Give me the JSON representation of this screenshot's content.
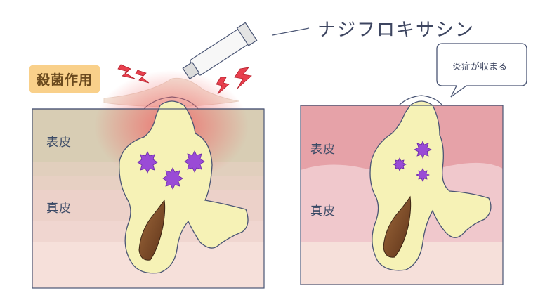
{
  "drug": {
    "name": "ナジフロキサシン"
  },
  "left_panel": {
    "effect_label": "殺菌作用",
    "layer_epidermis": "表皮",
    "layer_dermis": "真皮"
  },
  "right_panel": {
    "bubble_text": "炎症が収まる",
    "layer_epidermis": "表皮",
    "layer_dermis": "真皮"
  },
  "colors": {
    "skin_left": "#d8cdb4",
    "dermis_left": "#efd3cc",
    "subcutis": "#f6e0da",
    "skin_right_top": "#e6a2a8",
    "skin_right_mid": "#f0c8cc",
    "follicle": "#f6f2b6",
    "bacteria": "#9a4bd6",
    "hair": "#7b4a2a",
    "inflammation": "#f07070",
    "lightning": "#e8404e"
  }
}
